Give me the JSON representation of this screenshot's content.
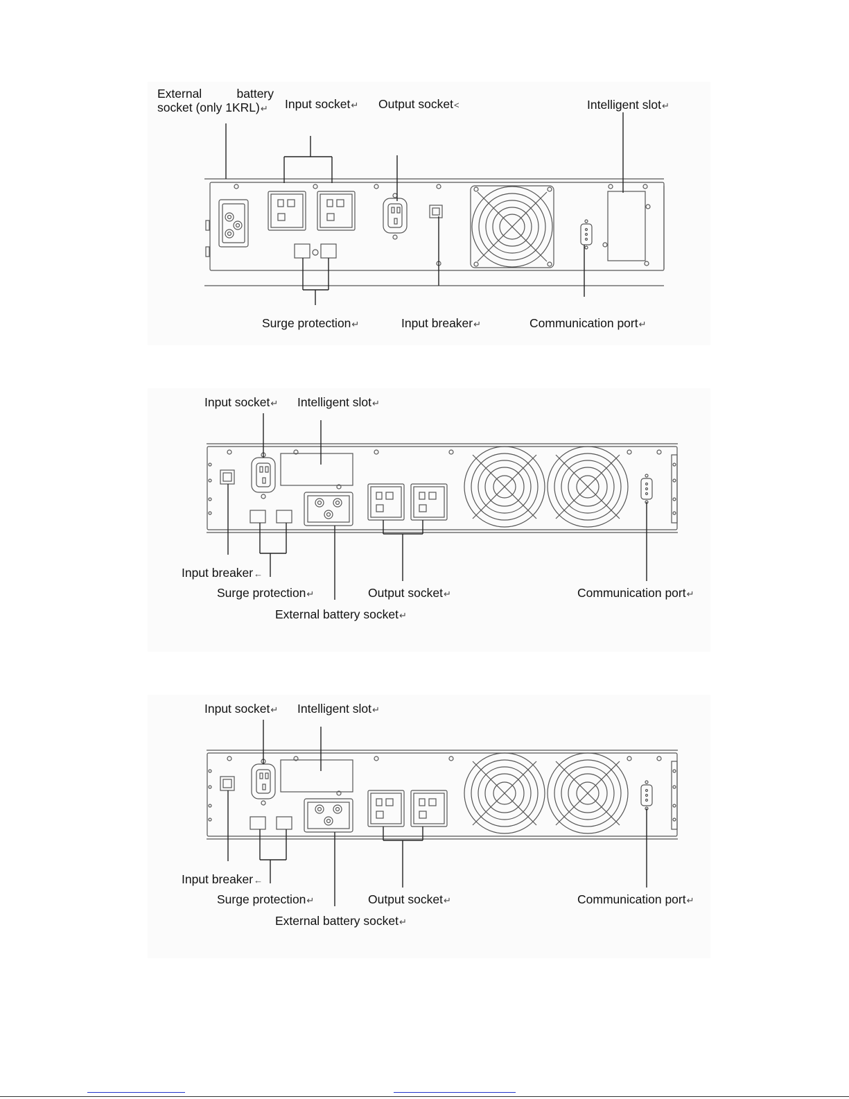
{
  "figure1": {
    "labels": {
      "ext_battery_line1_a": "External",
      "ext_battery_line1_b": "battery",
      "ext_battery_line2": "socket (only 1KRL)",
      "input_socket": "Input socket",
      "output_socket": "Output socket",
      "intelligent_slot": "Intelligent slot",
      "surge_protection": "Surge protection",
      "input_breaker": "Input breaker",
      "communication_port": "Communication port"
    }
  },
  "figure2": {
    "labels": {
      "input_socket": "Input socket",
      "intelligent_slot": "Intelligent slot",
      "input_breaker": "Input breaker",
      "surge_protection": "Surge protection",
      "output_socket": "Output socket",
      "communication_port": "Communication port",
      "external_battery_socket": "External battery socket"
    }
  },
  "figure3": {
    "labels": {
      "input_socket": "Input socket",
      "intelligent_slot": "Intelligent slot",
      "input_breaker": "Input breaker",
      "surge_protection": "Surge protection",
      "output_socket": "Output socket",
      "communication_port": "Communication port",
      "external_battery_socket": "External battery socket"
    }
  },
  "marks": {
    "return": "↵",
    "return_alt": "←",
    "return_small": "˂"
  },
  "colors": {
    "line": "#333333",
    "panel_stroke": "#555555",
    "link": "#2233cc"
  }
}
